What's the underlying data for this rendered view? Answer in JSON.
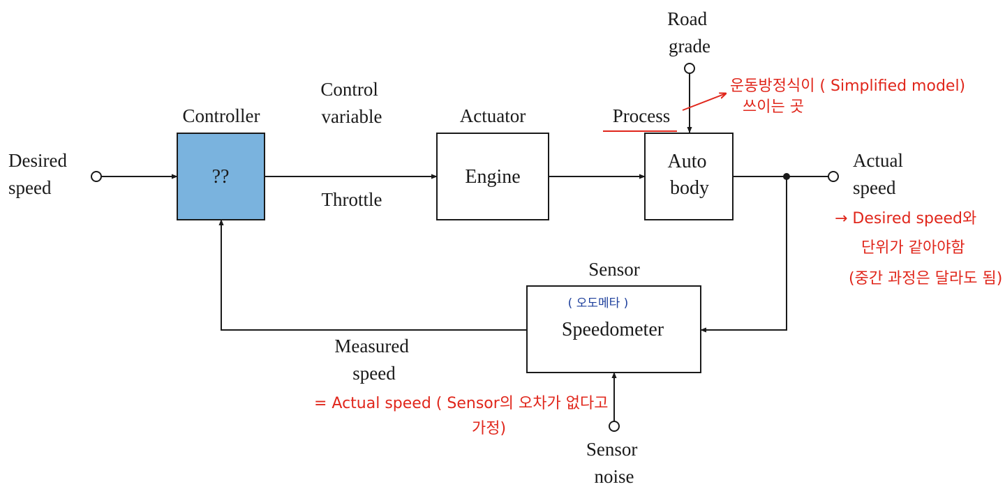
{
  "labels": {
    "desired_speed": [
      "Desired",
      "speed"
    ],
    "controller": "Controller",
    "controller_box": "??",
    "control_variable": [
      "Control",
      "variable"
    ],
    "throttle": "Throttle",
    "actuator": "Actuator",
    "engine": "Engine",
    "process": "Process",
    "auto_body": [
      "Auto",
      "body"
    ],
    "road_grade": [
      "Road",
      "grade"
    ],
    "actual_speed": [
      "Actual",
      "speed"
    ],
    "sensor": "Sensor",
    "speedometer": "Speedometer",
    "measured_speed": [
      "Measured",
      "speed"
    ],
    "sensor_noise": [
      "Sensor",
      "noise"
    ]
  },
  "annotations": {
    "process_note": [
      "운동방정식이 ( Simplified model)",
      "쓰이는 곳"
    ],
    "actual_speed_note": [
      "→ Desired speed와",
      "단위가 같아야함",
      "(중간 과정은 달라도 됨)"
    ],
    "measured_speed_note": [
      "= Actual speed ( Sensor의 오차가 없다고",
      "가정)"
    ],
    "sensor_note": "( 오도메타 )"
  },
  "colors": {
    "controller_fill": "#7ab3de",
    "annotation_red": "#e0261b",
    "annotation_blue": "#1d3f9c",
    "line": "#1a1a1a"
  }
}
